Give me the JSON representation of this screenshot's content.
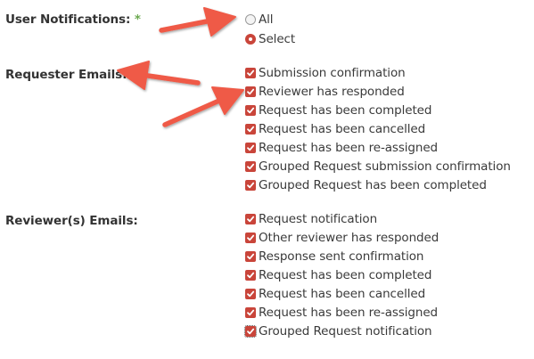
{
  "user_notifications": {
    "label": "User Notifications:",
    "required_mark": "*",
    "options": [
      {
        "label": "All",
        "selected": false
      },
      {
        "label": "Select",
        "selected": true
      }
    ]
  },
  "requester_emails": {
    "label": "Requester Emails:",
    "items": [
      {
        "label": "Submission confirmation",
        "checked": true
      },
      {
        "label": "Reviewer has responded",
        "checked": true
      },
      {
        "label": "Request has been completed",
        "checked": true
      },
      {
        "label": "Request has been cancelled",
        "checked": true
      },
      {
        "label": "Request has been re-assigned",
        "checked": true
      },
      {
        "label": "Grouped Request submission confirmation",
        "checked": true
      },
      {
        "label": "Grouped Request has been completed",
        "checked": true
      }
    ]
  },
  "reviewer_emails": {
    "label": "Reviewer(s) Emails:",
    "items": [
      {
        "label": "Request notification",
        "checked": true
      },
      {
        "label": "Other reviewer has responded",
        "checked": true
      },
      {
        "label": "Response sent confirmation",
        "checked": true
      },
      {
        "label": "Request has been completed",
        "checked": true
      },
      {
        "label": "Request has been cancelled",
        "checked": true
      },
      {
        "label": "Request has been re-assigned",
        "checked": true
      },
      {
        "label": "Grouped Request notification",
        "checked": true
      }
    ]
  },
  "colors": {
    "accent": "#c9453a",
    "annotation_arrow": "#ef5a47",
    "required_mark": "#6aa84f"
  }
}
